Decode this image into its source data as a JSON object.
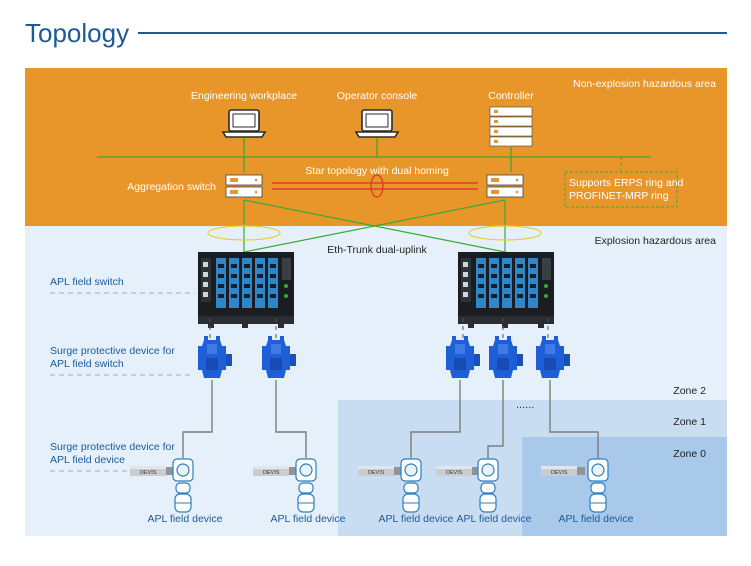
{
  "title": "Topology",
  "zones": {
    "non_hazard": "Non-explosion hazardous area",
    "hazard": "Explosion hazardous area",
    "zone2": "Zone 2",
    "zone1": "Zone 1",
    "zone0": "Zone 0"
  },
  "top": {
    "engineering": "Engineering workplace",
    "operator": "Operator console",
    "controller": "Controller",
    "aggregation": "Aggregation switch",
    "star": "Star topology with dual homing",
    "ring_line1": "Supports ERPS ring and",
    "ring_line2": "PROFINET-MRP ring"
  },
  "middle": {
    "eth_trunk": "Eth-Trunk  dual-uplink",
    "apl_switch": "APL field switch",
    "spd_switch_line1": "Surge protective device for",
    "spd_switch_line2": "APL field switch",
    "spd_device_line1": "Surge protective device for",
    "spd_device_line2": "APL field device",
    "dots": "......"
  },
  "devices": {
    "label": "APL field device",
    "brand": "OEVIS"
  },
  "colors": {
    "title_blue": "#1c5a9a",
    "orange": "#e8962a",
    "light_blue": "#e6f0fa",
    "zone1_blue": "#c9ddf2",
    "zone0_blue": "#a8c9ea",
    "switch_green": "#3aa935",
    "uplink_red": "#e63a2e",
    "spd_blue": "#1e5ed6"
  }
}
